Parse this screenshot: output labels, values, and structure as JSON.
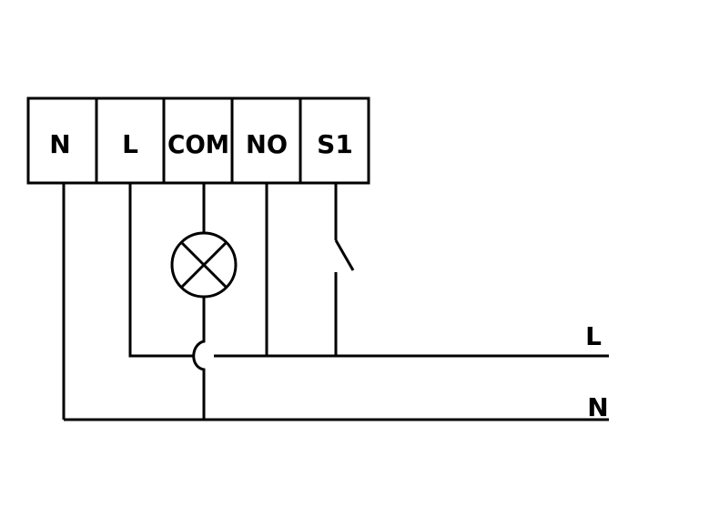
{
  "terminals": [
    {
      "label": "N"
    },
    {
      "label": "L"
    },
    {
      "label": "COM"
    },
    {
      "label": "NO"
    },
    {
      "label": "S1"
    }
  ],
  "lines": {
    "live_label": "L",
    "neutral_label": "N"
  },
  "components": {
    "lamp_icon": "lamp-icon",
    "switch_icon": "switch-icon"
  },
  "colors": {
    "stroke": "#000000",
    "background": "#ffffff"
  }
}
